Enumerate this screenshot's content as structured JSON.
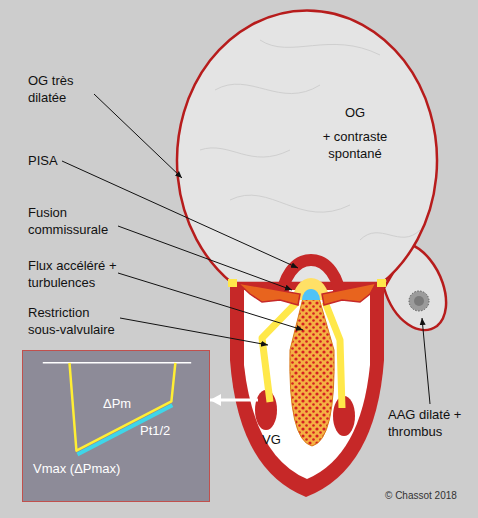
{
  "diagram": {
    "nodes": [
      {
        "text": [
          "OG",
          "+ contraste spontané"
        ]
      },
      {
        "text": [
          "VG"
        ]
      },
      {
        "text": [
          "ΔPm",
          "Pt1/2",
          "Vmax (ΔPmax)"
        ]
      }
    ],
    "edges": [
      {
        "from": 1,
        "to": 2,
        "arrow": "to"
      }
    ],
    "labels": [
      "OG très dilatée",
      "PISA",
      "Fusion commissurale",
      "Flux accéléré + turbulences",
      "Restriction sous-valvulaire",
      "AAG dilaté + thrombus",
      "© Chassot 2018"
    ]
  }
}
